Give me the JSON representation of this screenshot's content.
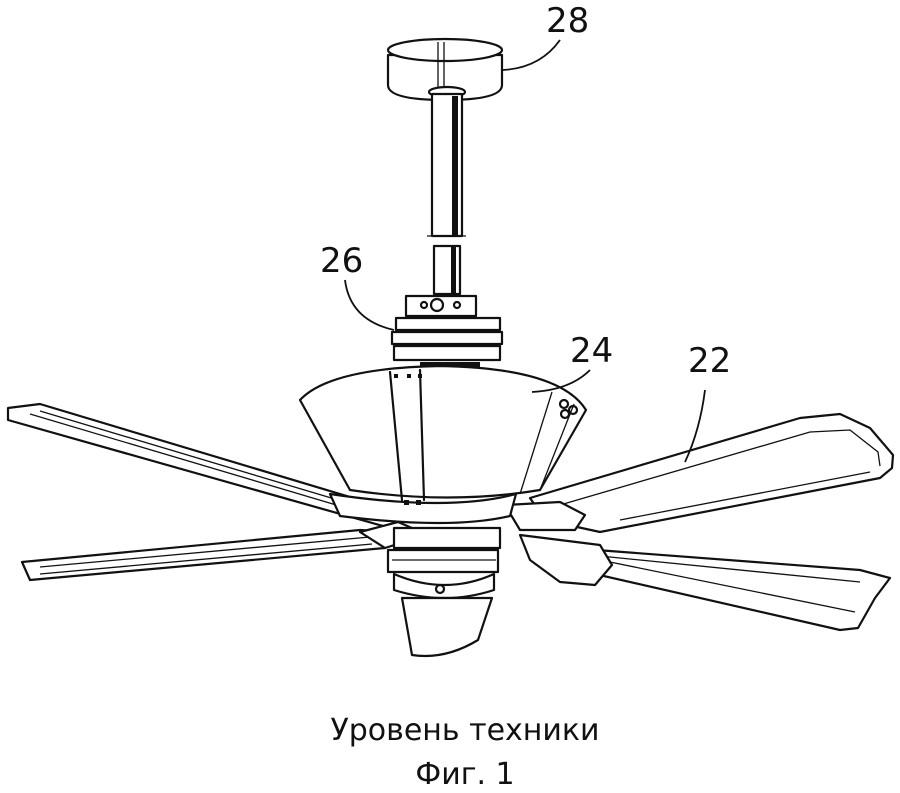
{
  "figure": {
    "reference_numerals": {
      "canopy": "28",
      "motor_housing": "26",
      "light_shroud": "24",
      "blade": "22"
    },
    "caption": {
      "line1": "Уровень техники",
      "line2": "Фиг. 1"
    }
  }
}
